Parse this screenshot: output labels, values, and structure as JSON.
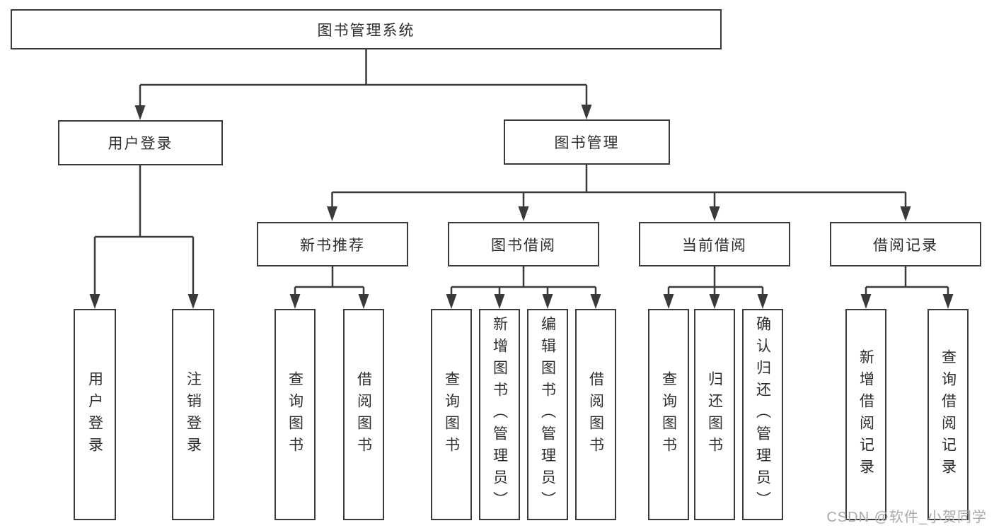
{
  "diagram_type": "hierarchy",
  "tree": {
    "root": "图书管理系统",
    "children": [
      {
        "label": "用户登录",
        "children": [
          "用户登录",
          "注销登录"
        ]
      },
      {
        "label": "图书管理",
        "children": [
          {
            "label": "新书推荐",
            "children": [
              "查询图书",
              "借阅图书"
            ]
          },
          {
            "label": "图书借阅",
            "children": [
              "查询图书",
              "新增图书（管理员）",
              "编辑图书（管理员）",
              "借阅图书"
            ]
          },
          {
            "label": "当前借阅",
            "children": [
              "查询图书",
              "归还图书",
              "确认归还（管理员）"
            ]
          },
          {
            "label": "借阅记录",
            "children": [
              "新增借阅记录",
              "查询借阅记录"
            ]
          }
        ]
      }
    ]
  },
  "watermark": "CSDN @软件_小贺同学",
  "colors": {
    "line": "#3a3a3a",
    "box_border": "#3a3a3a",
    "box_fill": "#ffffff",
    "text": "#2d2d2d",
    "watermark": "#a9a9a9",
    "background": "#ffffff"
  }
}
